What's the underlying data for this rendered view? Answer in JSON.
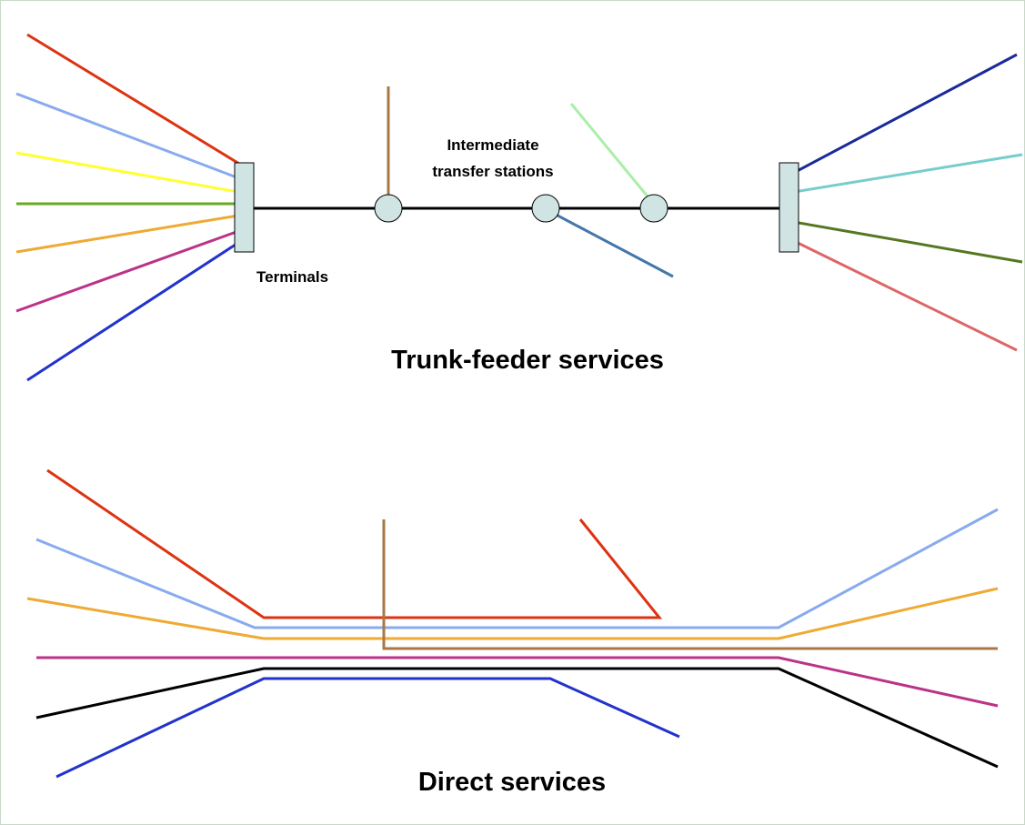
{
  "diagram": {
    "trunk_feeder": {
      "title": "Trunk-feeder services",
      "terminals_label": "Terminals",
      "transfer_label_line1": "Intermediate",
      "transfer_label_line2": "transfer stations"
    },
    "direct": {
      "title": "Direct services"
    },
    "colors": {
      "red": "#dd3311",
      "light_blue": "#88aaee",
      "yellow": "#ffff33",
      "green": "#66aa22",
      "orange": "#eeaa33",
      "magenta": "#bb3388",
      "blue": "#2233cc",
      "brown": "#aa7744",
      "light_green": "#aaeeaa",
      "steel_blue": "#4477aa",
      "navy": "#1a2a99",
      "cyan": "#77cccc",
      "olive": "#557722",
      "salmon": "#dd6666",
      "black": "#000000",
      "station_fill": "#d0e4e4"
    }
  }
}
